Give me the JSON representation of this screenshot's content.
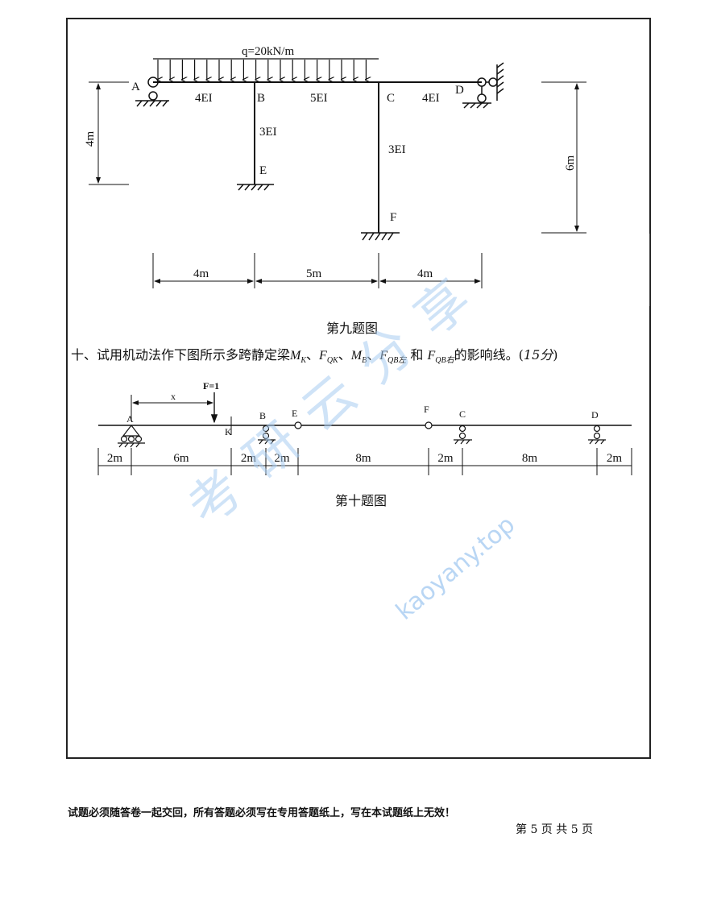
{
  "fig9": {
    "load": "q=20kN/m",
    "node_a": "A",
    "node_b": "B",
    "node_c": "C",
    "node_d": "D",
    "node_e": "E",
    "node_f": "F",
    "ab_stiffness": "4EI",
    "bc_stiffness": "5EI",
    "cd_stiffness": "4EI",
    "be_stiffness": "3EI",
    "cf_stiffness": "3EI",
    "left_height": "4m",
    "right_height": "6m",
    "dim_ab": "4m",
    "dim_bc": "5m",
    "dim_cd": "4m",
    "caption": "第九题图"
  },
  "q10": {
    "prefix": "十、试用机动法作下图所示多跨静定梁",
    "m": "M",
    "mk_sub": "K",
    "sep": "、",
    "fq": "F",
    "fqk_sub": "QK",
    "mb_sub": "B",
    "fqb_left_sub": "QB左",
    "and": "和",
    "fqb_right_sub": "QB右",
    "suffix": "的影响线。(",
    "score": "15分",
    "close": ")"
  },
  "fig10": {
    "force": "F=1",
    "x_label": "x",
    "node_a": "A",
    "node_k": "K",
    "node_b": "B",
    "node_e": "E",
    "node_f": "F",
    "node_c": "C",
    "node_d": "D",
    "dims": [
      "2m",
      "6m",
      "2m",
      "2m",
      "8m",
      "2m",
      "8m",
      "2m"
    ],
    "caption": "第十题图"
  },
  "watermark": {
    "cn": "考研云分享",
    "url": "kaoyany.top"
  },
  "footer": {
    "notice": "试题必须随答卷一起交回，所有答题必须写在专用答题纸上，写在本试题纸上无效！",
    "page": "第 5 页 共 5 页"
  }
}
